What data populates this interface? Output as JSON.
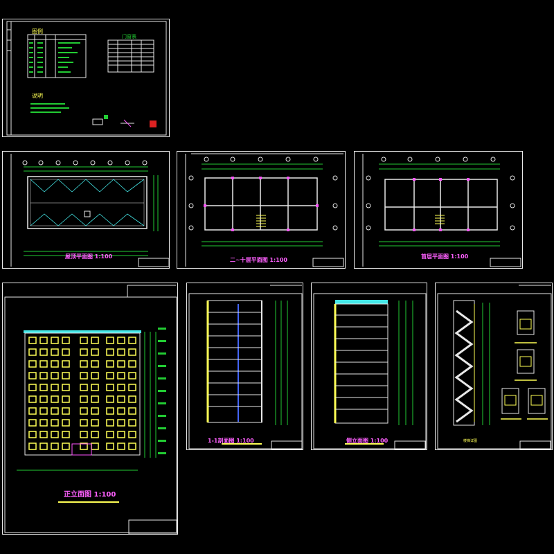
{
  "sheets": {
    "notes": {
      "heading1": "图例",
      "heading2": "说明",
      "table_title": "门窗表"
    },
    "roof": {
      "title": "屋顶平面图 1:100"
    },
    "plan_std": {
      "title": "二~十层平面图 1:100"
    },
    "plan_ground": {
      "title": "首层平面图 1:100"
    },
    "front_elev": {
      "title": "正立面图 1:100"
    },
    "section_aa": {
      "title": "1-1剖面图 1:100"
    },
    "side_elev": {
      "title": "侧立面图 1:100"
    },
    "stair_detail": {
      "title": "楼梯详图"
    }
  },
  "colors": {
    "frame": "#e8e8e8",
    "green": "#22cc33",
    "yellow": "#ffff55",
    "magenta": "#ff55ff",
    "cyan": "#44e8e8",
    "blue": "#4466ff"
  }
}
